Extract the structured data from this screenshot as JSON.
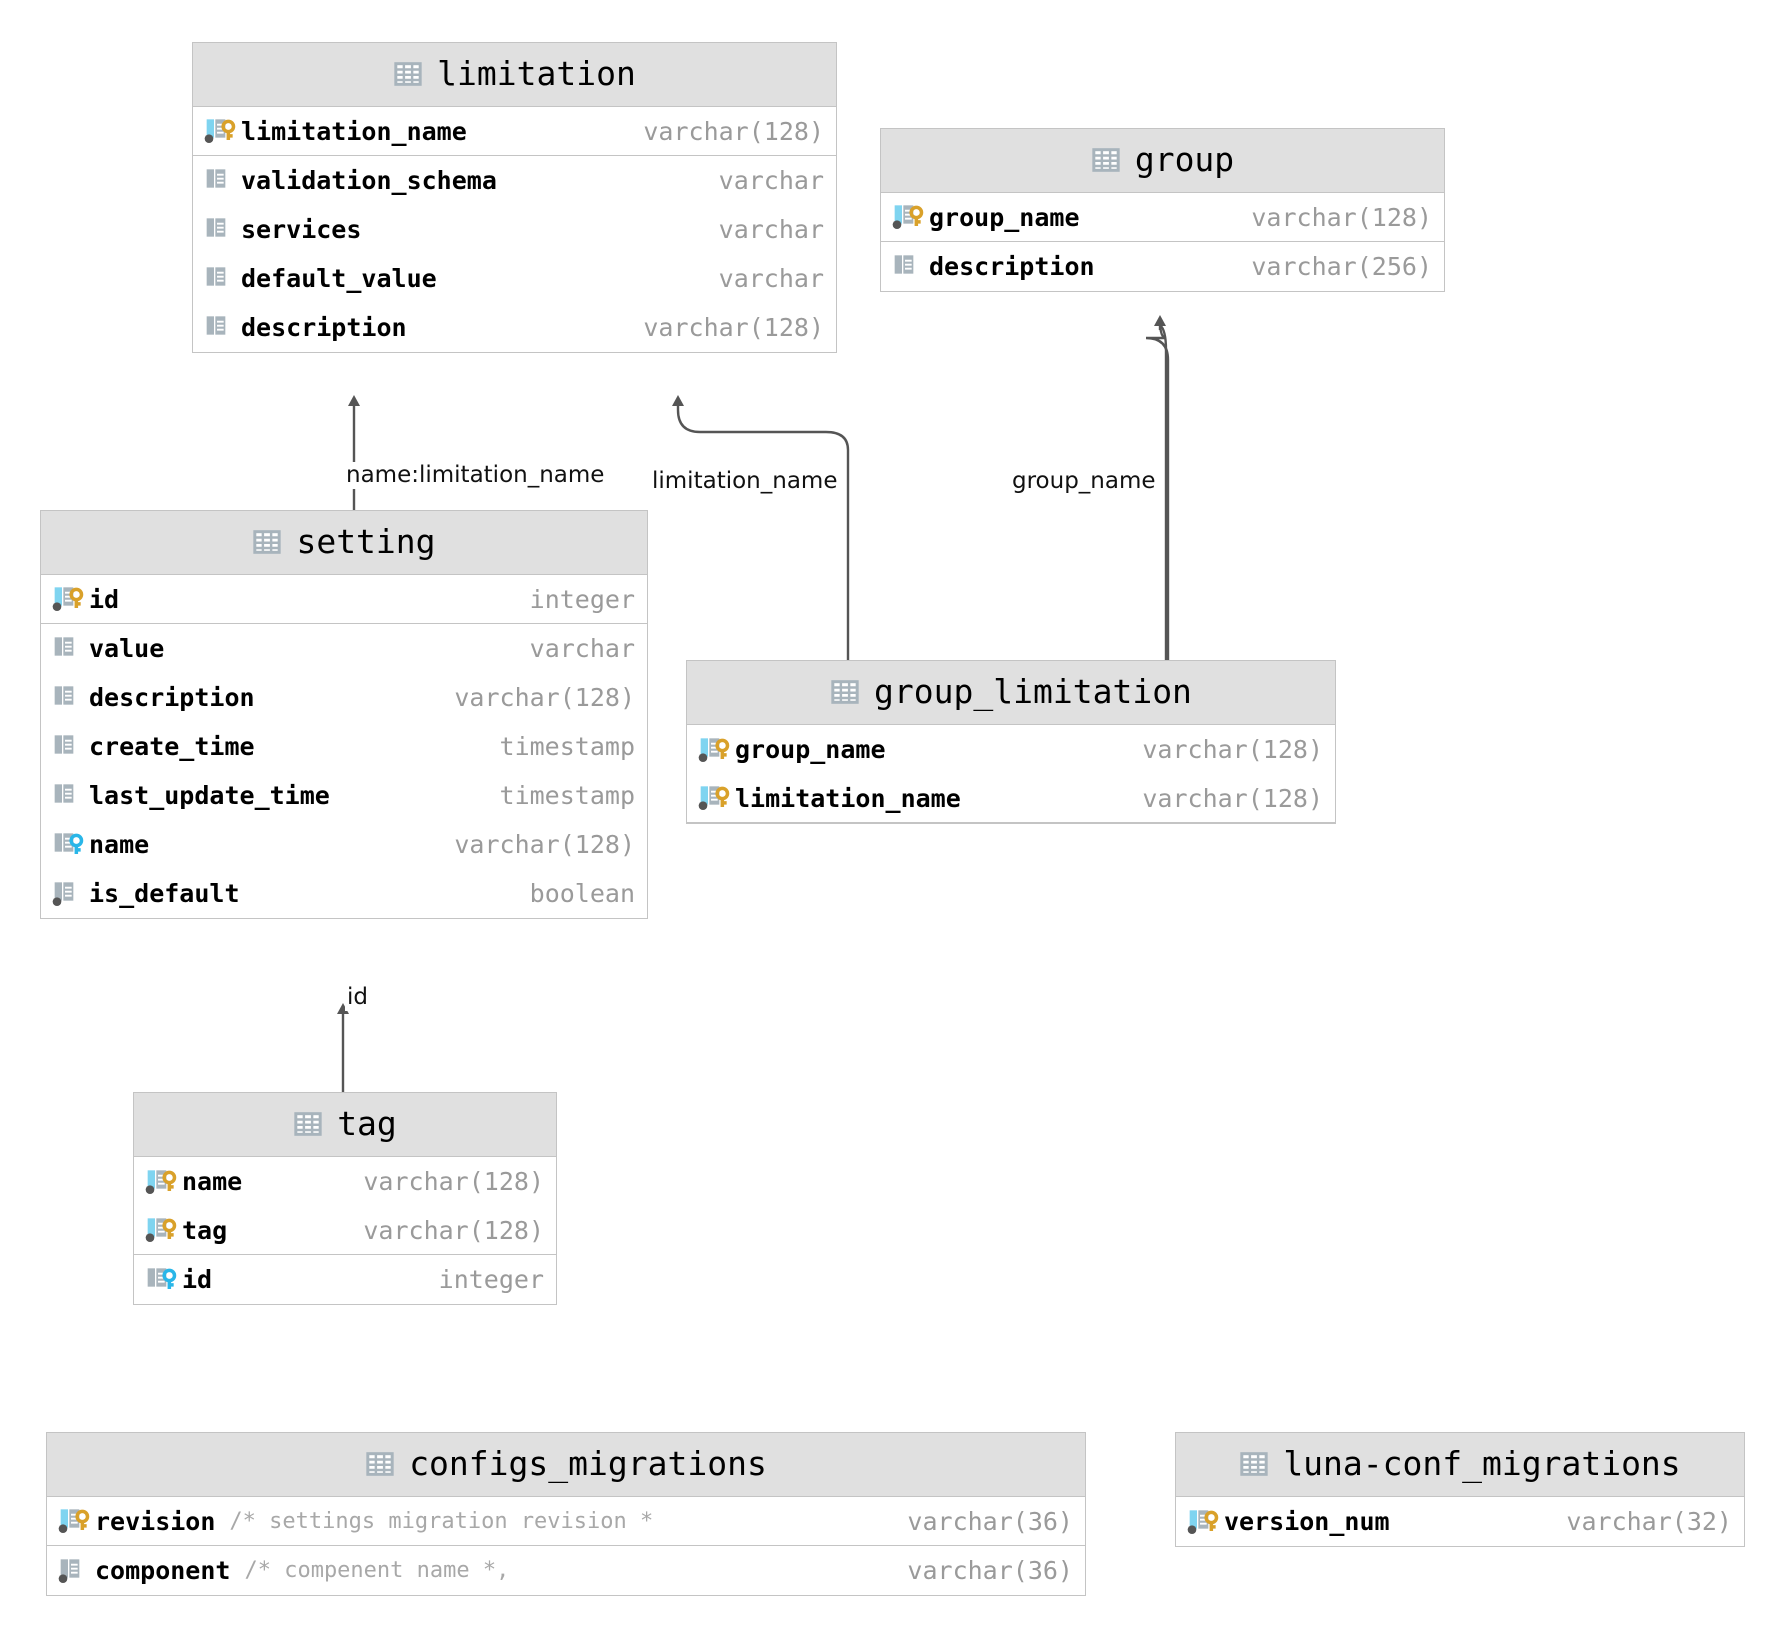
{
  "diagram": {
    "kind": "entity-relationship-diagram",
    "background": "#ffffff",
    "header_bg": "#e0e0e0",
    "border_color": "#c4c4c4",
    "type_color": "#9a9a9a",
    "comment_color": "#a8a8a8",
    "pk_key_color": "#d9a12a",
    "index_key_color": "#29b6e8",
    "pk_block_color": "#7fd4f0",
    "plain_block_color": "#a8b4bc",
    "edge_color": "#555555"
  },
  "tables": [
    {
      "id": "limitation",
      "name": "limitation",
      "icon": "table-icon",
      "columns": [
        {
          "name": "limitation_name",
          "type": "varchar(128)",
          "icon": "primary-key-icon",
          "comment": ""
        },
        {
          "name": "validation_schema",
          "type": "varchar",
          "icon": "column-icon",
          "comment": ""
        },
        {
          "name": "services",
          "type": "varchar",
          "icon": "column-icon",
          "comment": ""
        },
        {
          "name": "default_value",
          "type": "varchar",
          "icon": "column-icon",
          "comment": ""
        },
        {
          "name": "description",
          "type": "varchar(128)",
          "icon": "column-icon",
          "comment": ""
        }
      ],
      "pk_count": 1
    },
    {
      "id": "group",
      "name": "group",
      "icon": "table-icon",
      "columns": [
        {
          "name": "group_name",
          "type": "varchar(128)",
          "icon": "primary-key-icon",
          "comment": ""
        },
        {
          "name": "description",
          "type": "varchar(256)",
          "icon": "column-icon",
          "comment": ""
        }
      ],
      "pk_count": 1
    },
    {
      "id": "setting",
      "name": "setting",
      "icon": "table-icon",
      "columns": [
        {
          "name": "id",
          "type": "integer",
          "icon": "primary-key-icon",
          "comment": ""
        },
        {
          "name": "value",
          "type": "varchar",
          "icon": "column-icon",
          "comment": ""
        },
        {
          "name": "description",
          "type": "varchar(128)",
          "icon": "column-icon",
          "comment": ""
        },
        {
          "name": "create_time",
          "type": "timestamp",
          "icon": "column-icon",
          "comment": ""
        },
        {
          "name": "last_update_time",
          "type": "timestamp",
          "icon": "column-icon",
          "comment": ""
        },
        {
          "name": "name",
          "type": "varchar(128)",
          "icon": "index-key-icon",
          "comment": ""
        },
        {
          "name": "is_default",
          "type": "boolean",
          "icon": "not-null-icon",
          "comment": ""
        }
      ],
      "pk_count": 1
    },
    {
      "id": "group_limitation",
      "name": "group_limitation",
      "icon": "table-icon",
      "columns": [
        {
          "name": "group_name",
          "type": "varchar(128)",
          "icon": "primary-key-icon",
          "comment": ""
        },
        {
          "name": "limitation_name",
          "type": "varchar(128)",
          "icon": "primary-key-icon",
          "comment": ""
        }
      ],
      "pk_count": 2
    },
    {
      "id": "tag",
      "name": "tag",
      "icon": "table-icon",
      "columns": [
        {
          "name": "name",
          "type": "varchar(128)",
          "icon": "primary-key-icon",
          "comment": ""
        },
        {
          "name": "tag",
          "type": "varchar(128)",
          "icon": "primary-key-icon",
          "comment": ""
        },
        {
          "name": "id",
          "type": "integer",
          "icon": "index-key-icon",
          "comment": ""
        }
      ],
      "pk_count": 2
    },
    {
      "id": "configs_migrations",
      "name": "configs_migrations",
      "icon": "table-icon",
      "columns": [
        {
          "name": "revision",
          "type": "varchar(36)",
          "icon": "primary-key-icon",
          "comment": "/* settings migration revision *"
        },
        {
          "name": "component",
          "type": "varchar(36)",
          "icon": "not-null-icon",
          "comment": "/* compenent name *,"
        }
      ],
      "pk_count": 1
    },
    {
      "id": "luna-conf_migrations",
      "name": "luna-conf_migrations",
      "icon": "table-icon",
      "columns": [
        {
          "name": "version_num",
          "type": "varchar(32)",
          "icon": "primary-key-icon",
          "comment": ""
        }
      ],
      "pk_count": 1
    }
  ],
  "edges": [
    {
      "id": "setting-to-limitation",
      "from": "setting",
      "to": "limitation",
      "label": "name:limitation_name"
    },
    {
      "id": "group_limitation-to-limitation",
      "from": "group_limitation",
      "to": "limitation",
      "label": "limitation_name"
    },
    {
      "id": "group_limitation-to-group",
      "from": "group_limitation",
      "to": "group",
      "label": "group_name"
    },
    {
      "id": "tag-to-setting",
      "from": "tag",
      "to": "setting",
      "label": "id"
    }
  ]
}
